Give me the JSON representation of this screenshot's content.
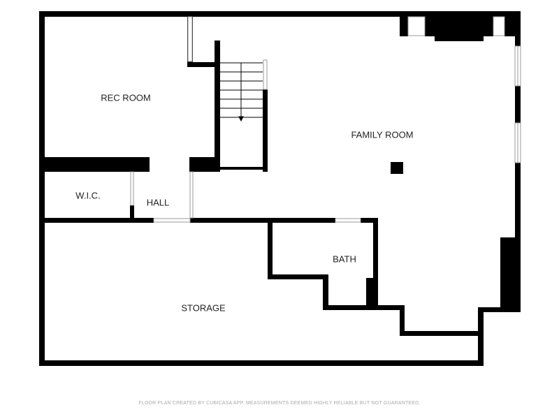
{
  "rooms": {
    "rec_room": "REC ROOM",
    "family_room": "FAMILY ROOM",
    "wic": "W.I.C.",
    "hall": "HALL",
    "bath": "BATH",
    "storage": "STORAGE"
  },
  "footer": {
    "disclaimer": "FLOOR PLAN CREATED BY CUBICASA APP. MEASUREMENTS DEEMED HIGHLY RELIABLE BUT NOT GUARANTEED."
  },
  "colors": {
    "wall": "#000000",
    "background": "#ffffff",
    "opening": "#ffffff",
    "window_line": "#9a9a9a",
    "text": "#222222",
    "footer_text": "#aaaaaa"
  }
}
